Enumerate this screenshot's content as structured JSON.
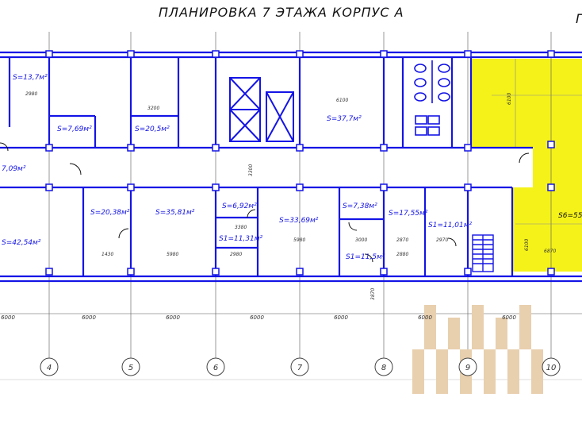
{
  "title": "ПЛАНИРОВКА 7 ЭТАЖА КОРПУС А",
  "corner_mark": "Г",
  "colors": {
    "wall": "#1414e6",
    "highlight": "#f5f21a",
    "grid": "#333333",
    "watermark": "#e8cfae"
  },
  "grid_axes": [
    "4",
    "5",
    "6",
    "7",
    "8",
    "9",
    "10"
  ],
  "span_labels": [
    "6000",
    "6000",
    "6000",
    "6000",
    "6000",
    "6000",
    "6000"
  ],
  "rooms": {
    "r1": "S=13,7м²",
    "r2": "S=7,69м²",
    "r3": "S=20,5м²",
    "r4": "S=37,7м²",
    "r5": "7,09м²",
    "r6": "S=42,54м²",
    "r7": "S=20,38м²",
    "r8": "S=35,81м²",
    "r9": "S=6,92м²",
    "r10": "S1=11,31м²",
    "r11": "S=33,69м²",
    "r12": "S=7,38м²",
    "r13": "S=17,55м²",
    "r14": "S1=11,01м²",
    "r15": "S1=11,5м²",
    "r16": "S6=55"
  },
  "dims": {
    "d1": "2980",
    "d2": "3200",
    "d3": "6100",
    "d4": "3300",
    "d5": "2980",
    "d6": "3380",
    "d7": "5980",
    "d8": "3000",
    "d9": "2870",
    "d10": "2970",
    "d11": "1430",
    "d12": "5980",
    "d13": "2880",
    "d14": "3870",
    "d15": "6100",
    "d16": "6100",
    "d17": "6870"
  }
}
